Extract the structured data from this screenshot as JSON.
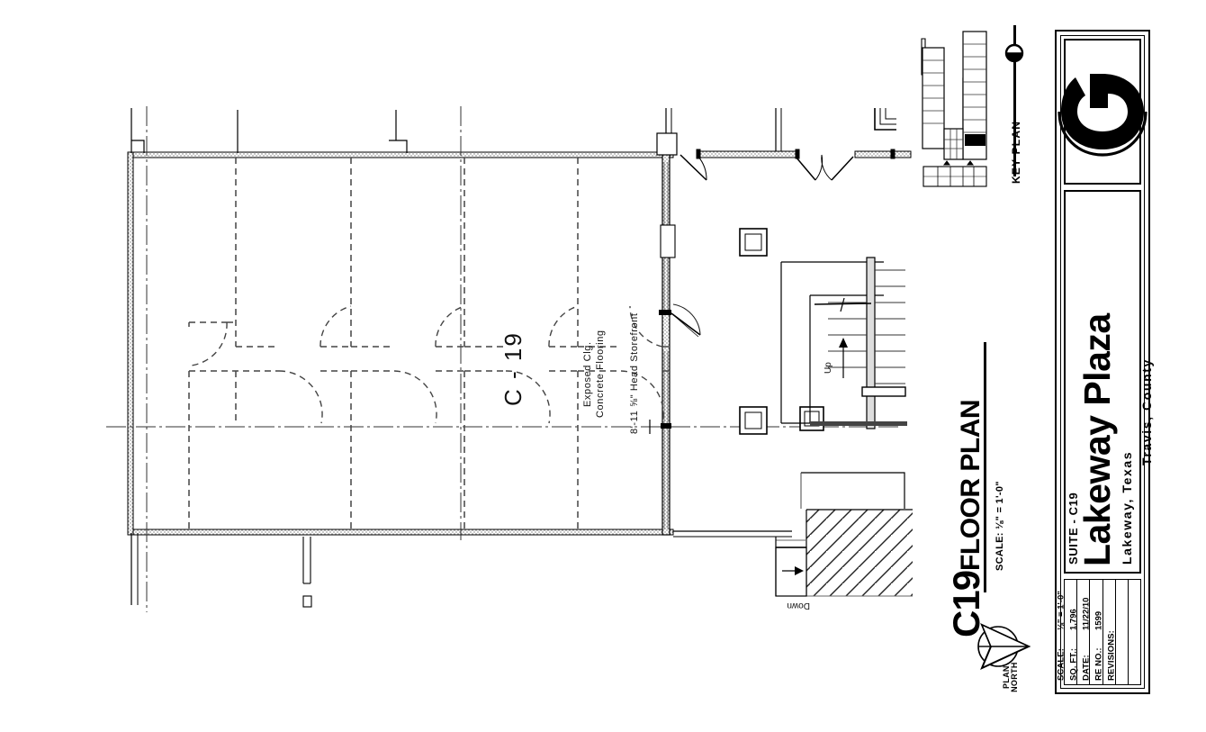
{
  "document": {
    "type": "architectural-floor-plan",
    "sheet_title_prefix": "C19",
    "sheet_title": "FLOOR PLAN",
    "sheet_scale": "SCALE: ⅛\" = 1'-0\"",
    "plan_north_label_line1": "PLAN",
    "plan_north_label_line2": "NORTH"
  },
  "key_plan": {
    "label": "KEY PLAN",
    "highlighted_unit": "C19"
  },
  "plan_notes": {
    "suite_tag": "C - 19",
    "ceiling_note": "Exposed Clg.",
    "floor_note": "Concrete Flooring",
    "storefront_note": "8'-11 ⅝\" Head Storefront",
    "stair_up": "Up",
    "stair_down": "Down"
  },
  "title_block": {
    "logo_icon": "circular-c-logo-icon",
    "suite_line": "SUITE - C19",
    "project_name": "Lakeway Plaza",
    "city_state": "Lakeway, Texas",
    "county": "Travis, County",
    "data_rows": [
      {
        "label": "SCALE:",
        "value": "⅛\" = 1'-0\"",
        "name": "scale"
      },
      {
        "label": "SQ. FT.:",
        "value": "1,796",
        "name": "square-feet"
      },
      {
        "label": "DATE:",
        "value": "11/22/10",
        "name": "date"
      },
      {
        "label": "RE NO.:",
        "value": "1599",
        "name": "re-number"
      },
      {
        "label": "REVISIONS:",
        "value": "",
        "name": "revisions"
      }
    ]
  },
  "colors": {
    "ink": "#000000",
    "paper": "#ffffff",
    "light_ink": "#555555",
    "dashed_ink": "#333333"
  }
}
